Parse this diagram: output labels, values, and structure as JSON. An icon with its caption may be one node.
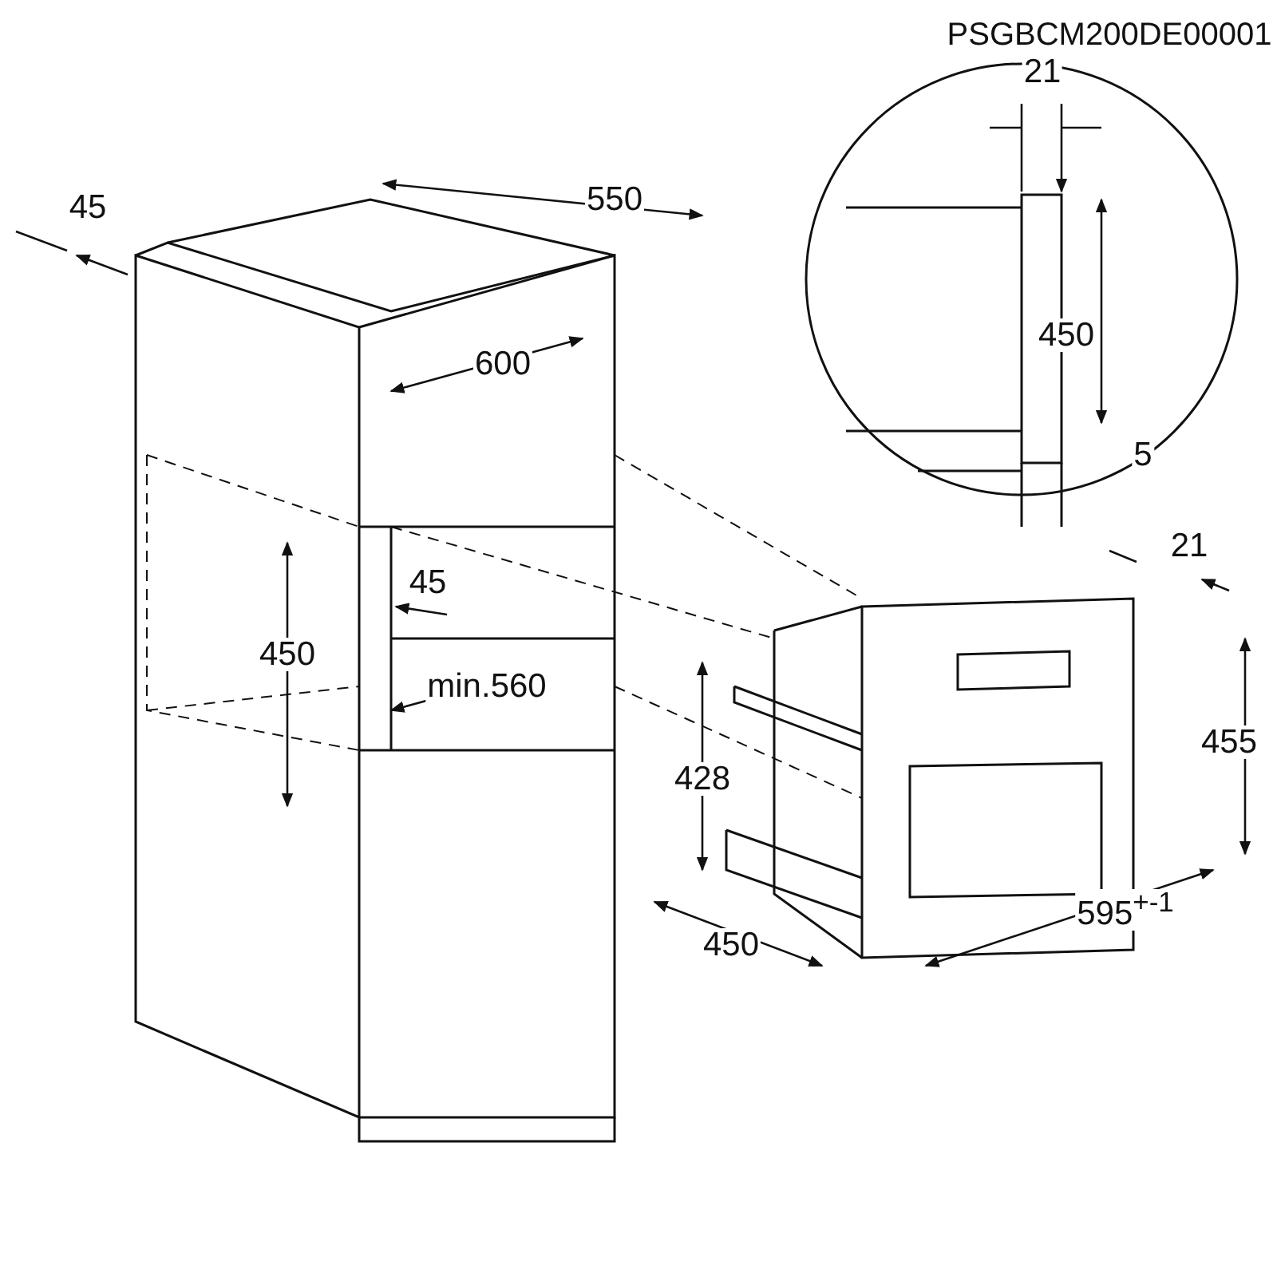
{
  "diagram": {
    "labels": [
      "PSGBCM200DE00001",
      "45",
      "550",
      "600",
      "21",
      "450",
      "5",
      "45",
      "450",
      "min.560",
      "21",
      "428",
      "455",
      "450",
      "595$^{+-1}$"
    ]
  }
}
